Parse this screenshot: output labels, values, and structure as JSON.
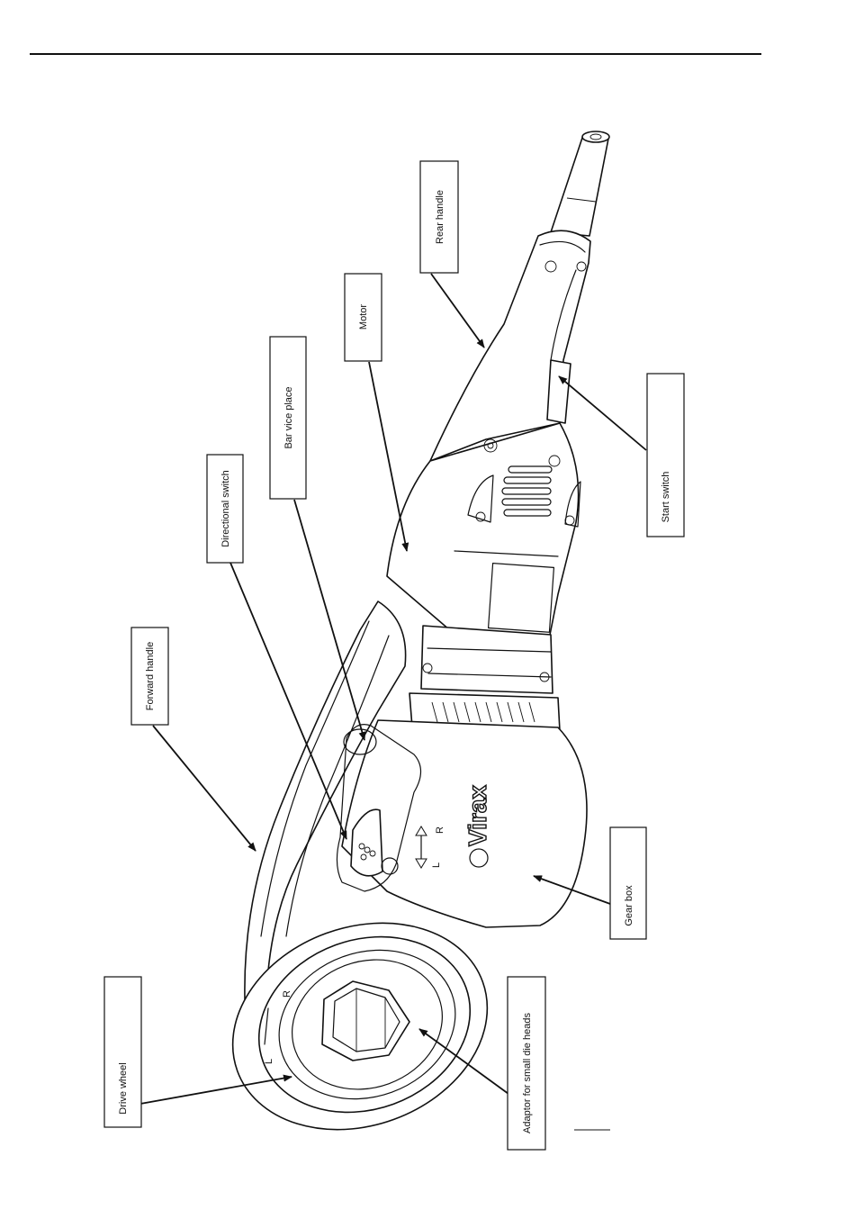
{
  "brand": "Virax",
  "direction_marks": {
    "left": "L",
    "right": "R"
  },
  "labels": {
    "rear_handle": "Rear handle",
    "motor": "Motor",
    "bar_vice_place": "Bar vice place",
    "directional_switch": "Directional switch",
    "forward_handle": "Forward handle",
    "start_switch": "Start switch",
    "gear_box": "Gear box",
    "drive_wheel": "Drive wheel",
    "adaptor": "Adaptor for small die heads"
  }
}
